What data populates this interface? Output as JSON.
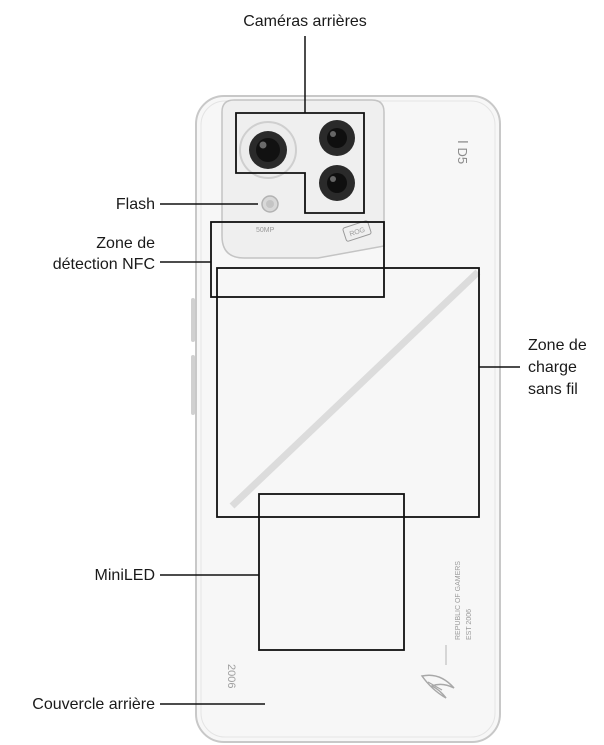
{
  "labels": {
    "rear_cameras": "Caméras arrières",
    "flash": "Flash",
    "nfc_line1": "Zone de",
    "nfc_line2": "détection NFC",
    "charge_line1": "Zone de",
    "charge_line2": "charge",
    "charge_line3": "sans fil",
    "miniled": "MiniLED",
    "back_cover": "Couvercle arrière"
  },
  "phone_marks": {
    "model": "Ⅰ D5",
    "brand_line1": "REPUBLIC OF GAMERS",
    "brand_line2": "EST 2006",
    "bottom_mark": "2006",
    "camera_badge": "ROG",
    "camera_text": "50MP"
  },
  "colors": {
    "outline": "#111111",
    "phone_edge": "#c8c8c8",
    "phone_fill": "#f7f7f7",
    "accent_stripe": "#dcdcdc"
  }
}
